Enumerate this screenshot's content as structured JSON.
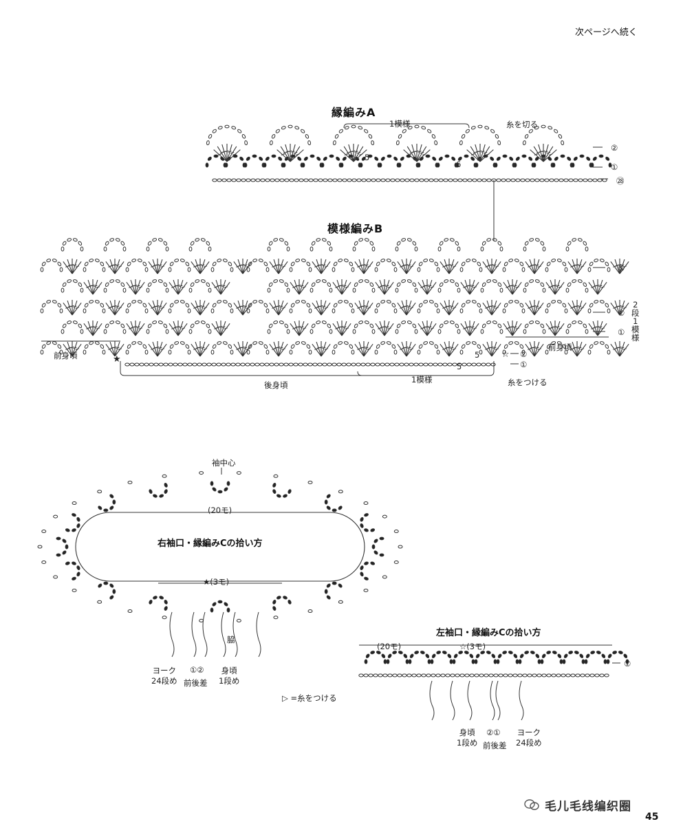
{
  "header": {
    "continue_label": "次ページへ続く"
  },
  "section_a": {
    "title": "縁編みA",
    "repeat_label": "1模様",
    "cut_yarn_label": "糸を切る",
    "row_markers": [
      "②",
      "①",
      "㉘"
    ],
    "stitch_numbers": [
      "5",
      "6"
    ]
  },
  "section_b": {
    "title": "模様編みB",
    "front_body_left": "前身頃",
    "front_body_right": "前身頃",
    "back_body": "後身頃",
    "repeat_label": "1模様",
    "attach_yarn_label": "糸をつける",
    "row_markers": [
      "⑤",
      "②",
      "①"
    ],
    "start_markers": [
      "②",
      "①"
    ],
    "side_note": [
      "2",
      "段",
      "1",
      "模",
      "様"
    ],
    "stitch_numbers": [
      "5",
      "5"
    ],
    "marker_black_star": "★",
    "marker_white_star": "☆"
  },
  "right_cuff": {
    "title": "右袖口・縁編みCの拾い方",
    "sleeve_center": "袖中心",
    "count_label": "(20モ)",
    "star_count": "★(3モ)",
    "side_label": "脇",
    "yoke_label": [
      "ヨーク",
      "24段め"
    ],
    "diff_markers": "①②",
    "front_back_diff": "前後差",
    "body_label": [
      "身頃",
      "1段め"
    ]
  },
  "left_cuff": {
    "title": "左袖口・縁編みCの拾い方",
    "count_label": "(20モ)",
    "star_count": "☆(3モ)",
    "row_marker": "①",
    "body_label": [
      "身頃",
      "1段め"
    ],
    "diff_markers": "②①",
    "front_back_diff": "前後差",
    "yoke_label": [
      "ヨーク",
      "24段め"
    ]
  },
  "legend": {
    "attach_yarn": "▷ =糸をつける"
  },
  "footer": {
    "watermark": "毛儿毛线编织圈",
    "page_number": "45"
  }
}
